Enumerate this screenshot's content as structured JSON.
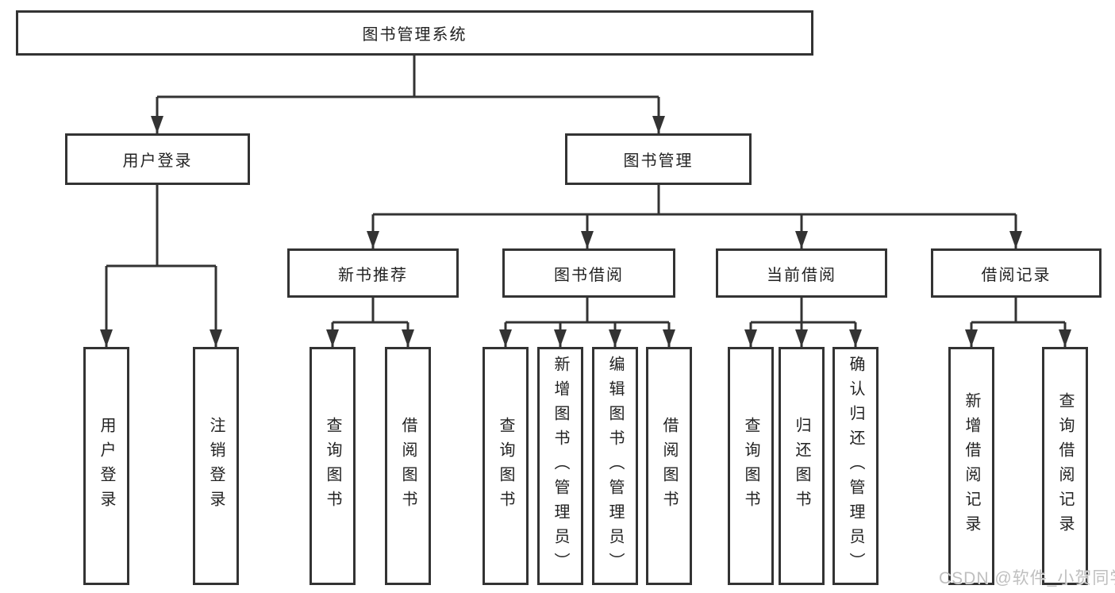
{
  "diagram": {
    "root": {
      "label": "图书管理系统"
    },
    "branches": [
      {
        "label": "用户登录",
        "children": [
          {
            "label": "用户登录"
          },
          {
            "label": "注销登录"
          }
        ]
      },
      {
        "label": "图书管理",
        "children": [
          {
            "label": "新书推荐",
            "children": [
              {
                "label": "查询图书"
              },
              {
                "label": "借阅图书"
              }
            ]
          },
          {
            "label": "图书借阅",
            "children": [
              {
                "label": "查询图书"
              },
              {
                "label": "新增图书（管理员）"
              },
              {
                "label": "编辑图书（管理员）"
              },
              {
                "label": "借阅图书"
              }
            ]
          },
          {
            "label": "当前借阅",
            "children": [
              {
                "label": "查询图书"
              },
              {
                "label": "归还图书"
              },
              {
                "label": "确认归还（管理员）"
              }
            ]
          },
          {
            "label": "借阅记录",
            "children": [
              {
                "label": "新增借阅记录"
              },
              {
                "label": "查询借阅记录"
              }
            ]
          }
        ]
      }
    ]
  },
  "watermark": {
    "text": "CSDN @软件_小贺同学"
  },
  "colors": {
    "line": "#333333",
    "text": "#222222",
    "background": "#ffffff",
    "watermark": "#bcbcbc"
  }
}
